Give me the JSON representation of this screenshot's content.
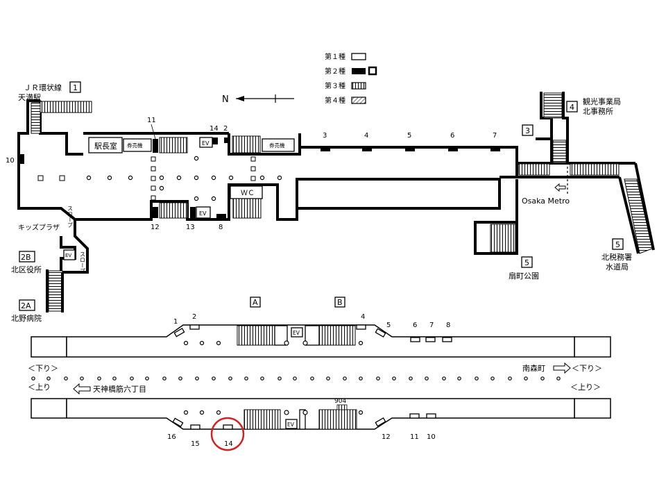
{
  "legend": {
    "items": [
      {
        "label": "第１種",
        "style": "white"
      },
      {
        "label": "第２種",
        "style": "black"
      },
      {
        "label": "第３種",
        "style": "stripe"
      },
      {
        "label": "第４種",
        "style": "hatch"
      }
    ],
    "north": "N"
  },
  "concourse": {
    "jr_loop_line": "ＪＲ環状線",
    "tenma_station": "天満駅",
    "kids_plaza": "キッズプラザ",
    "slope": "スロープ",
    "station_office": "駅長室",
    "ticket_machine": "券売機",
    "wc": "ＷＣ",
    "ev": "EV",
    "osaka_metro": "Osaka Metro",
    "ogimachi_park": "扇町公園",
    "kita_ward_office": "北区役所",
    "kitano_hospital": "北野病院",
    "tourism_bureau_1": "観光事業局",
    "tourism_bureau_2": "北事務所",
    "tax_office_1": "北税務署",
    "tax_office_2": "水道局",
    "exits": {
      "e1": "1",
      "e2a": "2A",
      "e2b": "2B",
      "e3": "3",
      "e4": "4",
      "e5a": "5",
      "e5b": "5"
    },
    "phones": {
      "p2": "2",
      "p3": "3",
      "p4": "4",
      "p5": "5",
      "p6": "6",
      "p7": "7",
      "p8": "8",
      "p10": "10",
      "p11": "11",
      "p12": "12",
      "p13": "13",
      "p14": "14"
    }
  },
  "platform": {
    "stairs_a": "A",
    "stairs_b": "B",
    "down_left": "＜下り",
    "down_right": "＜下り＞",
    "down_left_full": "＜下り＞",
    "up_left": "＜上り",
    "up_right": "＜上り＞",
    "up_left_full": "＜上り＞",
    "minamimorimachi": "南森町",
    "tenjinbashisuji": "天神橋筋六丁目",
    "code_904": "904",
    "ev": "EV",
    "upper_numbers": [
      "1",
      "2",
      "4",
      "5",
      "6",
      "7",
      "8"
    ],
    "lower_numbers": [
      "16",
      "15",
      "14",
      "12",
      "11",
      "10"
    ],
    "highlight": "14"
  }
}
